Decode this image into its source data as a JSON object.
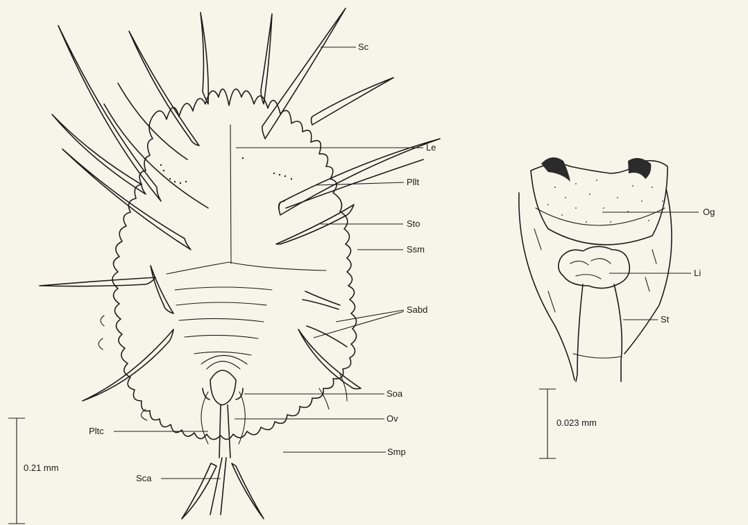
{
  "labels": {
    "sc": "Sc",
    "le": "Le",
    "pllt": "Pllt",
    "sto": "Sto",
    "ssm": "Ssm",
    "sabd": "Sabd",
    "soa": "Soa",
    "ov": "Ov",
    "pltc": "Pltc",
    "smp": "Smp",
    "sca": "Sca",
    "og": "Og",
    "li": "Li",
    "st": "St"
  },
  "scale_bars": {
    "whole_mount": "0.21 mm",
    "detail": "0.023 mm"
  },
  "colors": {
    "background": "#f7f5e9",
    "ink": "#1b1b1b"
  }
}
